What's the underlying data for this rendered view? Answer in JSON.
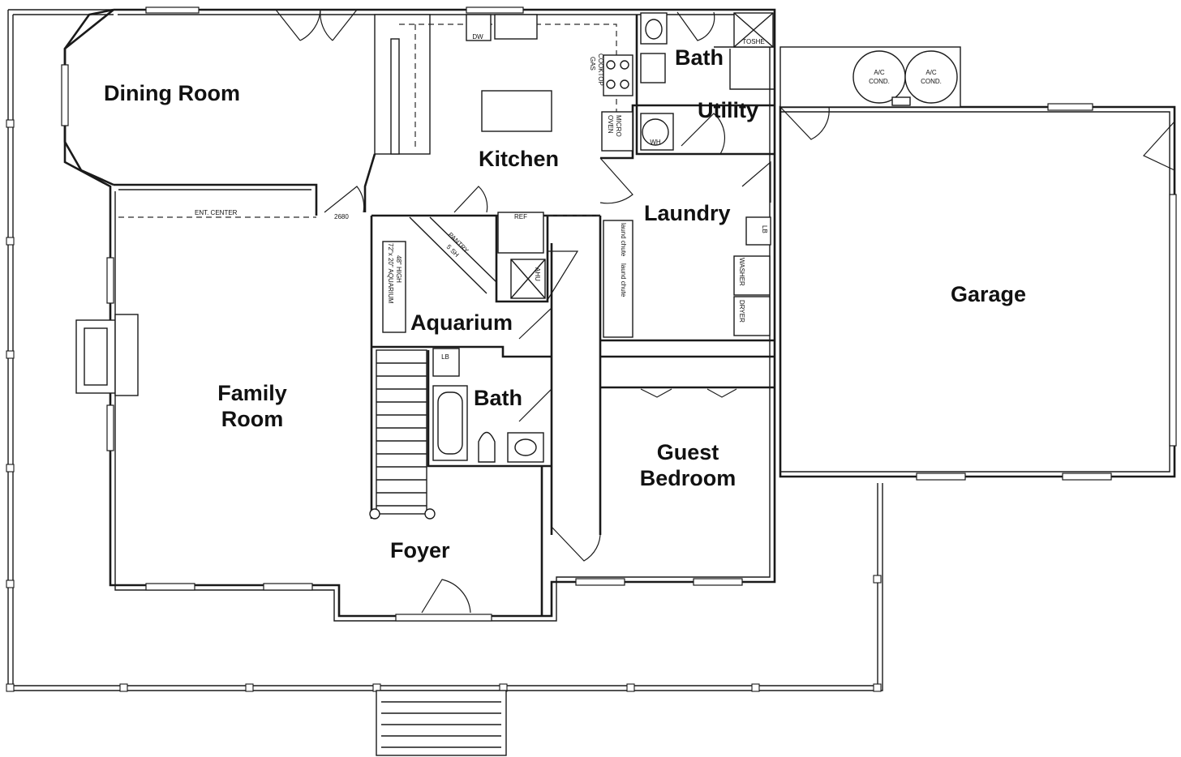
{
  "rooms": {
    "dining_room": "Dining Room",
    "kitchen": "Kitchen",
    "bath_upper": "Bath",
    "utility": "Utility",
    "laundry": "Laundry",
    "garage": "Garage",
    "family_room_1": "Family",
    "family_room_2": "Room",
    "aquarium": "Aquarium",
    "bath_lower": "Bath",
    "guest_bedroom_1": "Guest",
    "guest_bedroom_2": "Bedroom",
    "foyer": "Foyer"
  },
  "fixtures": {
    "ac_cond_1a": "A/C",
    "ac_cond_1b": "COND.",
    "ac_cond_2a": "A/C",
    "ac_cond_2b": "COND.",
    "dw": "DW",
    "gas": "GAS",
    "cooktop": "COOKTOP",
    "oven": "OVEN",
    "micro": "MICRO",
    "wh": "WH",
    "ref": "REF",
    "pantry": "PANTRY",
    "pantry_shelves": "5 SH",
    "ahu": "AHU",
    "ent_center": "ENT. CENTER",
    "door_size": "2680",
    "aquarium_size": "72\"x 20\" AQUARIUM",
    "aquarium_height": "48\" HIGH",
    "lav_1": "LB",
    "lav_2": "LB",
    "laund_chute": "laund chute",
    "washer": "WASHER",
    "dryer": "DRYER",
    "shower": "TOSHE"
  },
  "colors": {
    "line": "#1a1a1a",
    "background": "#ffffff"
  }
}
